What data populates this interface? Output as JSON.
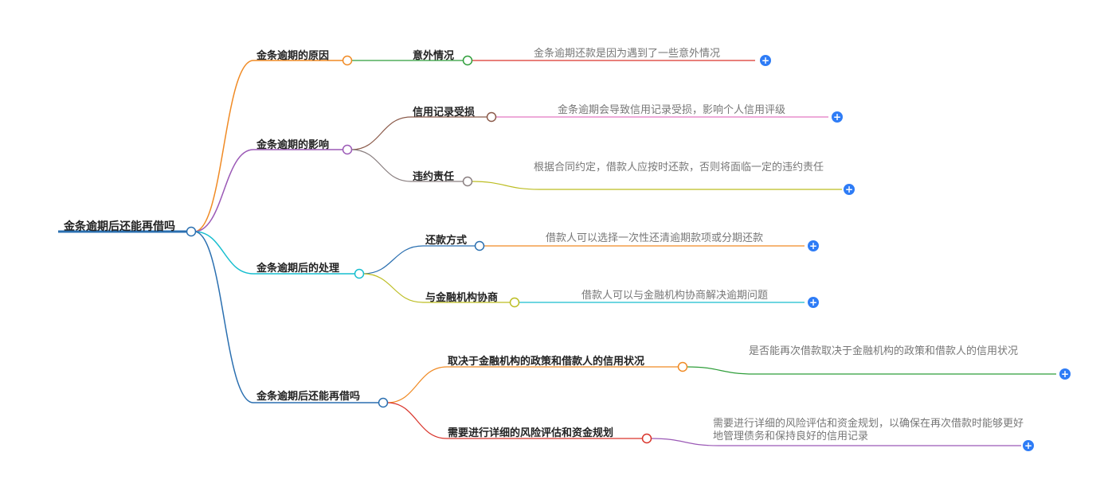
{
  "root": {
    "label": "金条逾期后还能再借吗",
    "color": "#2a6fb0"
  },
  "branches": [
    {
      "label": "金条逾期的原因",
      "color": "#f08a24",
      "children": [
        {
          "label": "意外情况",
          "color": "#2f9e3a",
          "leaf": {
            "text": "金条逾期还款是因为遇到了一些意外情况",
            "color": "#d9342b"
          }
        }
      ]
    },
    {
      "label": "金条逾期的影响",
      "color": "#9b59b6",
      "children": [
        {
          "label": "信用记录受损",
          "color": "#8b5a4a",
          "leaf": {
            "text": "金条逾期会导致信用记录受损，影响个人信用评级",
            "color": "#e377c2"
          }
        },
        {
          "label": "违约责任",
          "color": "#8a7f80",
          "leaf": {
            "text": "根据合同约定，借款人应按时还款，否则将面临一定的违约责任",
            "color": "#bcbd22"
          }
        }
      ]
    },
    {
      "label": "金条逾期后的处理",
      "color": "#17becf",
      "children": [
        {
          "label": "还款方式",
          "color": "#2a6fb0",
          "leaf": {
            "text": "借款人可以选择一次性还清逾期款项或分期还款",
            "color": "#f08a24"
          }
        },
        {
          "label": "与金融机构协商",
          "color": "#bcbd22",
          "leaf": {
            "text": "借款人可以与金融机构协商解决逾期问题",
            "color": "#17becf"
          }
        }
      ]
    },
    {
      "label": "金条逾期后还能再借吗",
      "color": "#2a6fb0",
      "children": [
        {
          "label": "取决于金融机构的政策和借款人的信用状况",
          "color": "#f08a24",
          "leaf": {
            "text": "是否能再次借款取决于金融机构的政策和借款人的信用状况",
            "color": "#2f9e3a"
          }
        },
        {
          "label": "需要进行详细的风险评估和资金规划",
          "color": "#d9342b",
          "leaf": {
            "text": "需要进行详细的风险评估和资金规划，以确保在再次借款时能够更好地管理债务和保持良好的信用记录",
            "color": "#9b59b6"
          }
        }
      ]
    }
  ],
  "expand_icon": "plus-icon"
}
